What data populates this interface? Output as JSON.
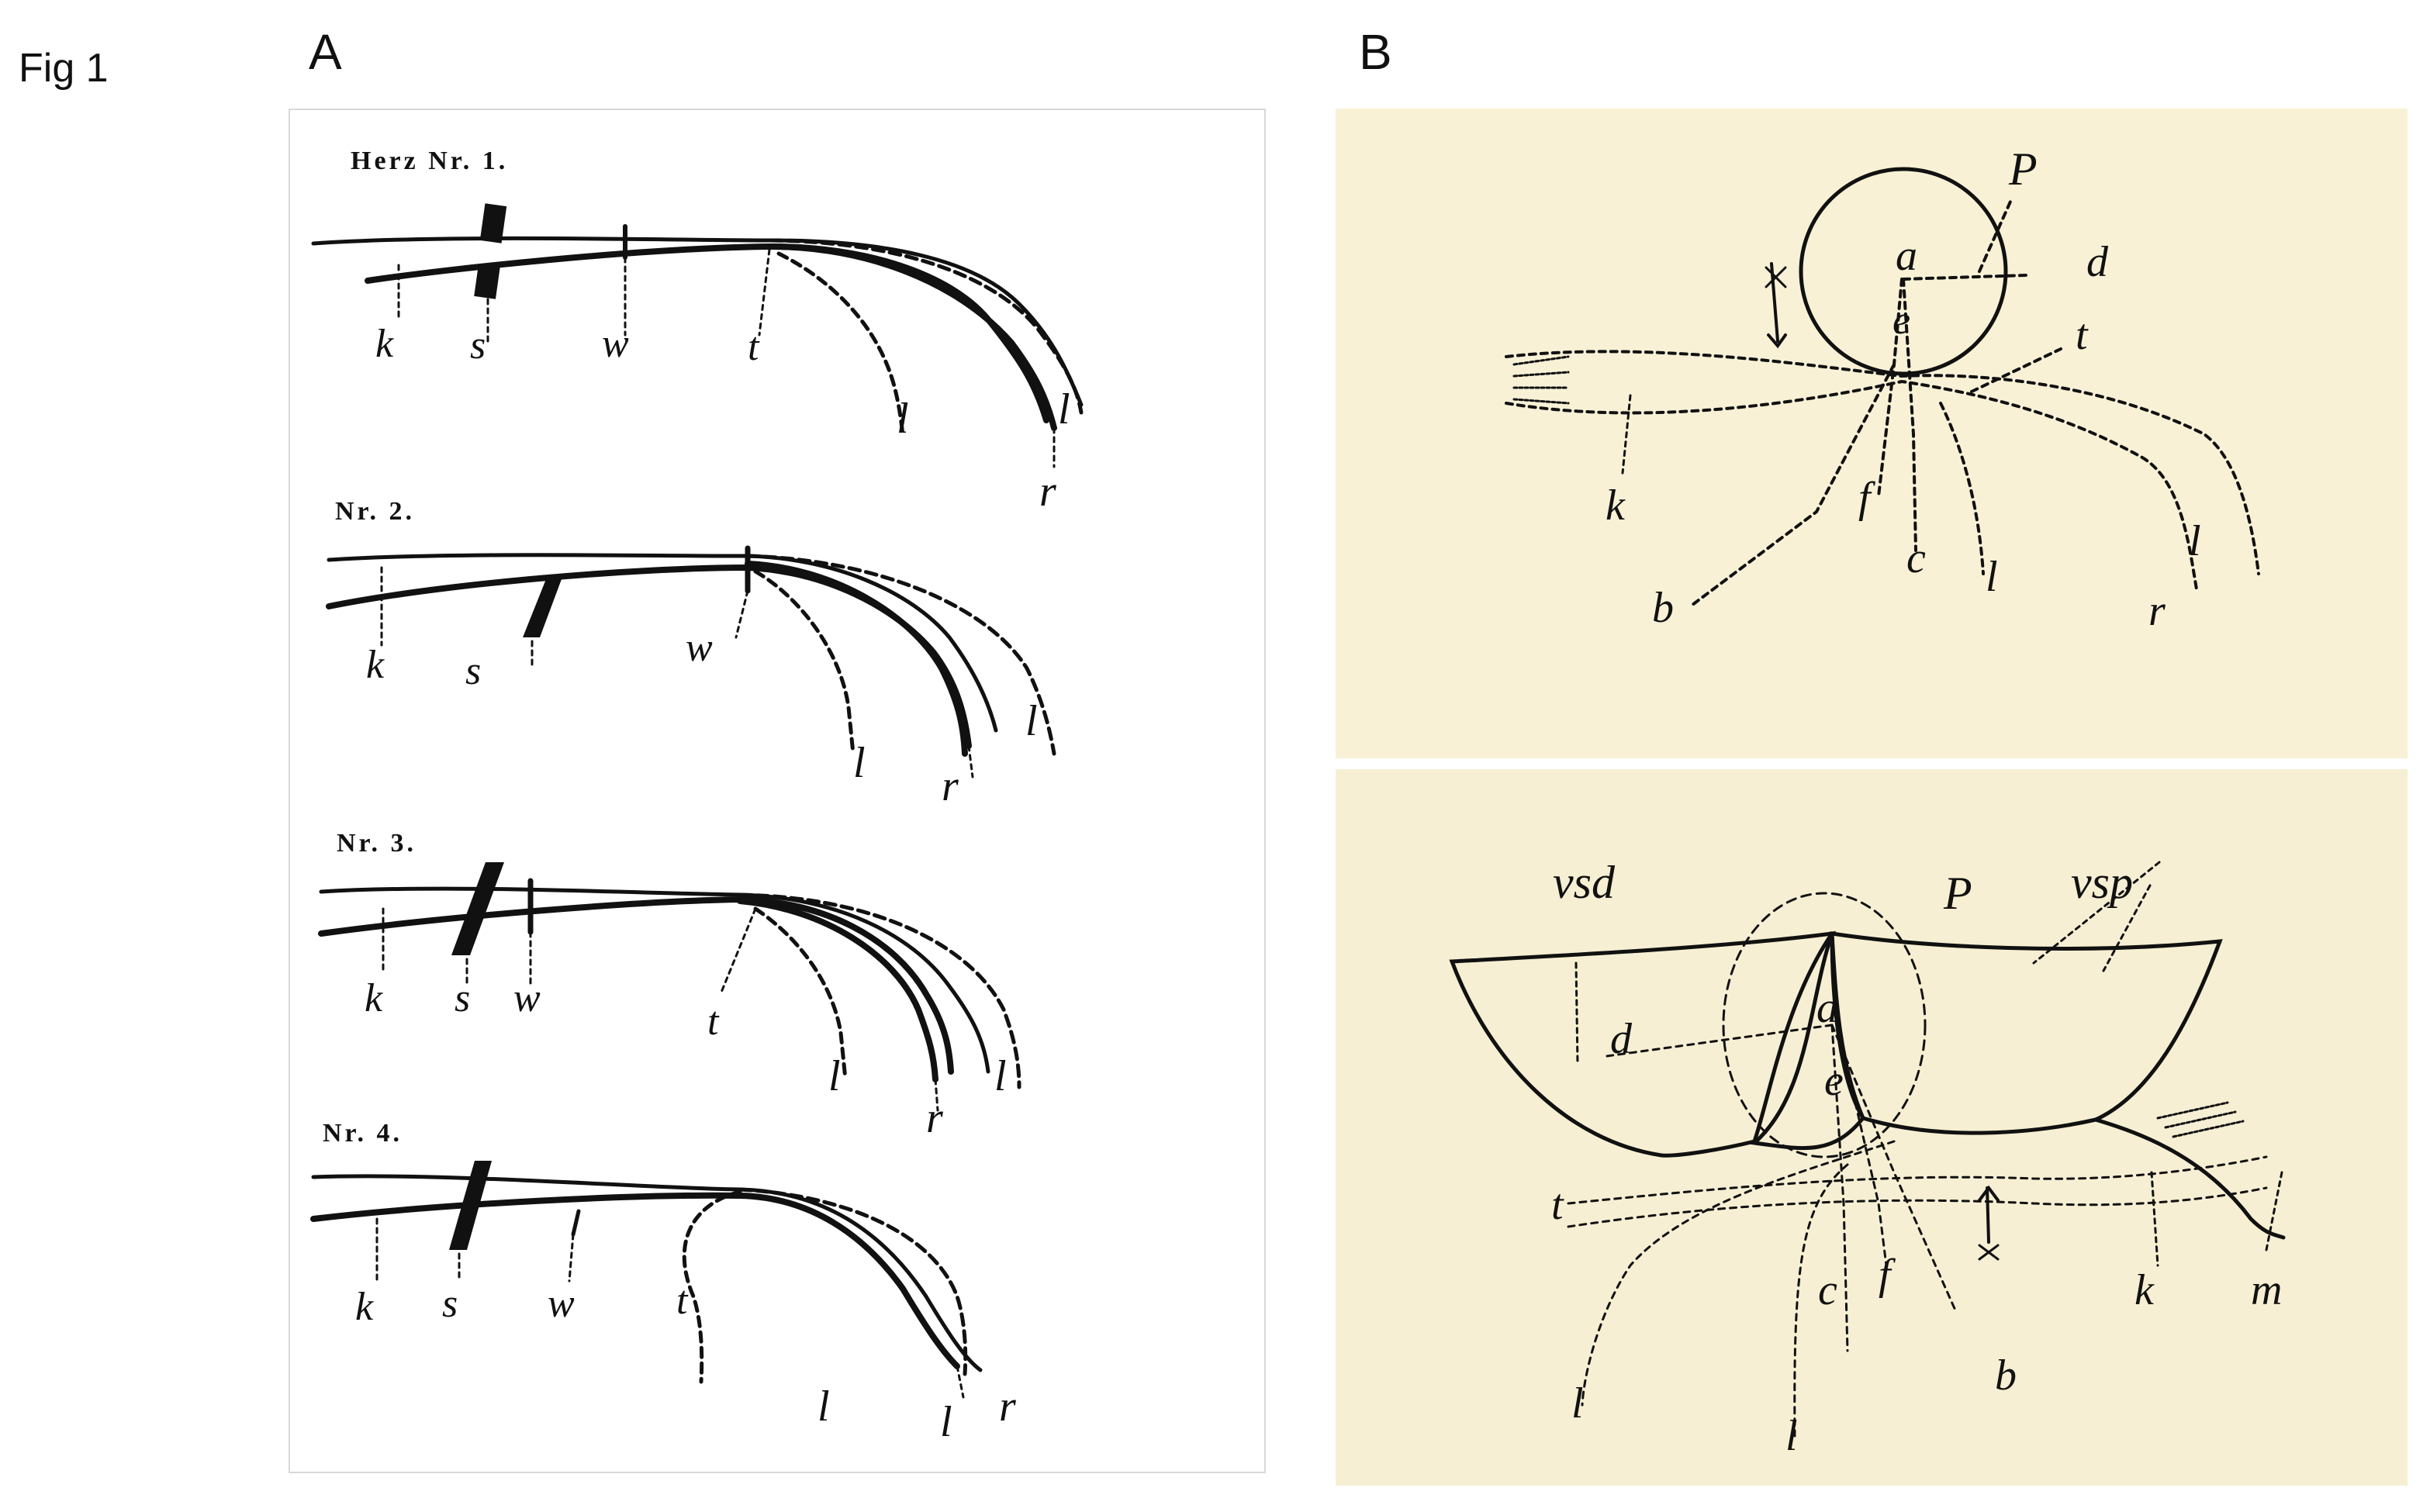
{
  "figure_label": "Fig 1",
  "panel_a": {
    "letter": "A",
    "hearts": [
      {
        "heading": "Herz Nr. 1.",
        "labels": [
          "k",
          "s",
          "w",
          "t",
          "l",
          "r",
          "l"
        ]
      },
      {
        "heading": "Nr. 2.",
        "labels": [
          "k",
          "s",
          "w",
          "l",
          "r",
          "l"
        ]
      },
      {
        "heading": "Nr. 3.",
        "labels": [
          "k",
          "s",
          "w",
          "t",
          "l",
          "r",
          "l"
        ]
      },
      {
        "heading": "Nr. 4.",
        "labels": [
          "k",
          "s",
          "w",
          "t",
          "l",
          "l",
          "r"
        ]
      }
    ]
  },
  "panel_b": {
    "letter": "B",
    "top_labels": [
      "P",
      "a",
      "d",
      "e",
      "t",
      "k",
      "f",
      "c",
      "l",
      "l",
      "b",
      "r"
    ],
    "bottom_labels": [
      "vsd",
      "vsp",
      "P",
      "a",
      "d",
      "e",
      "t",
      "k",
      "m",
      "f",
      "c",
      "b",
      "l",
      "l"
    ]
  },
  "colors": {
    "page_background": "#ffffff",
    "panel_a_background": "#ffffff",
    "panel_b_background": "#f8f1d6",
    "ink": "#111111"
  }
}
